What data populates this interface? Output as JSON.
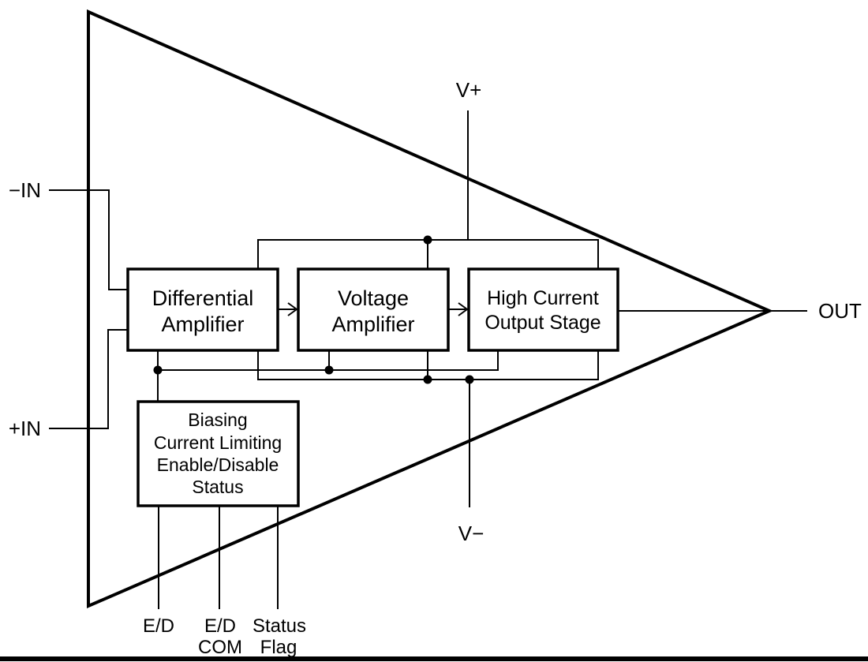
{
  "colors": {
    "ink": "#000000",
    "paper": "#ffffff"
  },
  "pins": {
    "in_minus": "−IN",
    "in_plus": "+IN",
    "v_plus": "V+",
    "v_minus": "V−",
    "out": "OUT",
    "enable_disable": "E/D",
    "enable_disable_com": [
      "E/D",
      "COM"
    ],
    "status_flag": [
      "Status",
      "Flag"
    ]
  },
  "blocks": {
    "differential_amplifier": [
      "Differential",
      "Amplifier"
    ],
    "voltage_amplifier": [
      "Voltage",
      "Amplifier"
    ],
    "high_current_output_stage": [
      "High Current",
      "Output Stage"
    ],
    "biasing": [
      "Biasing",
      "Current Limiting",
      "Enable/Disable",
      "Status"
    ]
  }
}
